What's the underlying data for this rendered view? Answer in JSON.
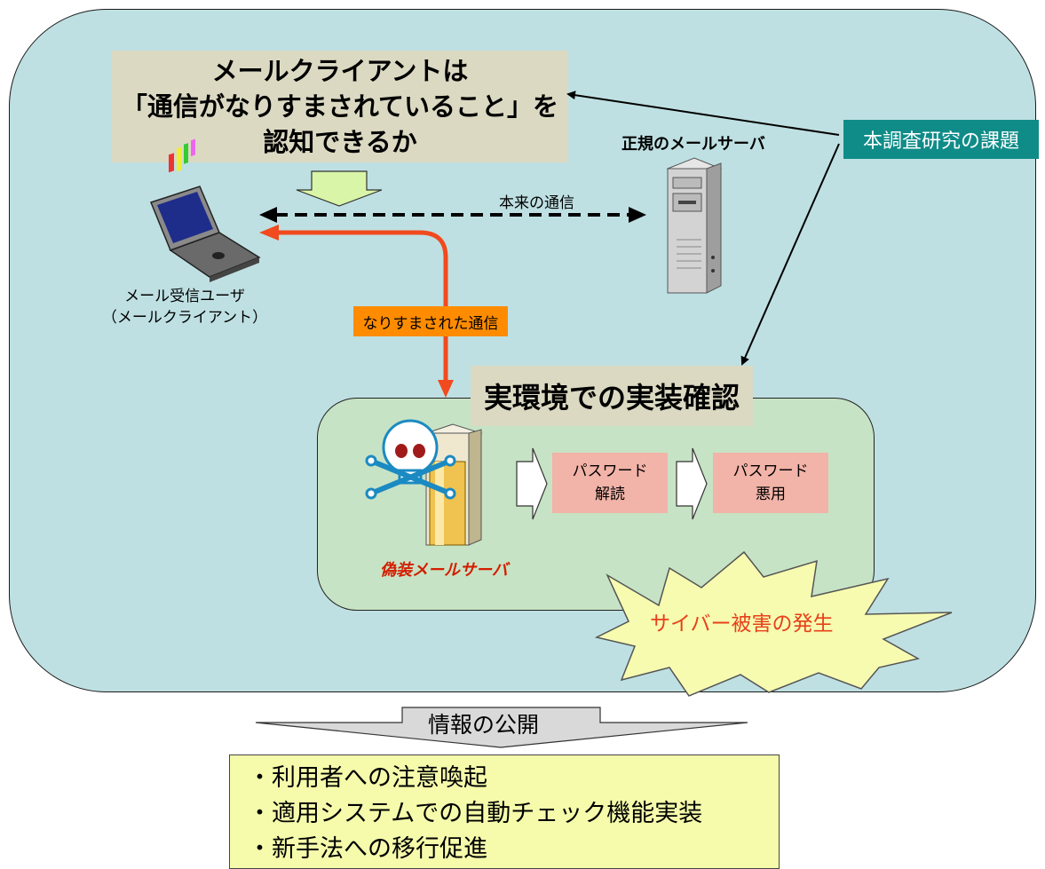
{
  "question": {
    "lines": [
      "メールクライアントは",
      "「通信がなりすまされていること」を",
      "認知できるか"
    ]
  },
  "issue_label": "本調査研究の課題",
  "legit_server_label": "正規のメールサーバ",
  "normal_comm_label": "本来の通信",
  "user_label": {
    "line1": "メール受信ユーザ",
    "line2": "（メールクライアント）"
  },
  "spoofed_comm_label": "なりすまされた通信",
  "verify_label": "実環境での実装確認",
  "fake_server_label": "偽装メールサーバ",
  "steps": [
    {
      "line1": "パスワード",
      "line2": "解読"
    },
    {
      "line1": "パスワード",
      "line2": "悪用"
    }
  ],
  "damage_label": "サイバー被害の発生",
  "publish_label": "情報の公開",
  "measures": [
    "・利用者への注意喚起",
    "・適用システムでの自動チェック機能実装",
    "・新手法への移行促進"
  ],
  "colors": {
    "outer_panel": "#bfe0e2",
    "label_box": "#dbd9c2",
    "issue_badge": "#0f8c88",
    "spoof_badge": "#ff8c00",
    "spoof_arrow": "#f04a1e",
    "inner_panel": "#c7e3c5",
    "step_box": "#f2b3a8",
    "measures_box": "#f5fbab",
    "damage_star": "#f6fbb0",
    "damage_text": "#e8401a",
    "fake_server_text": "#d41e00"
  }
}
